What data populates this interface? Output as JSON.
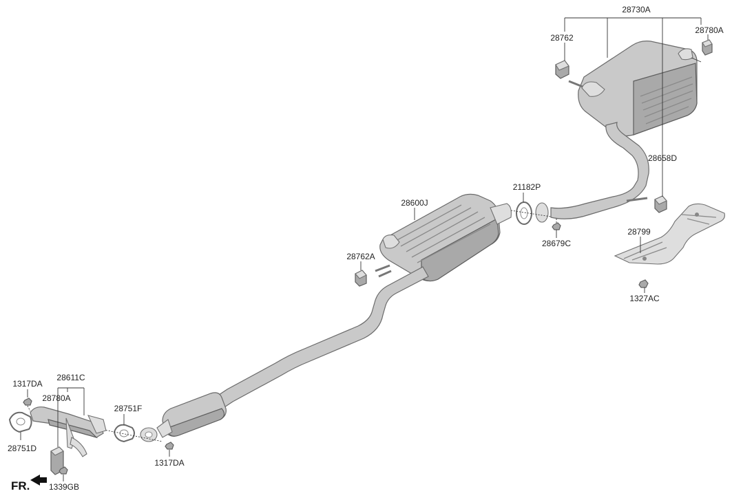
{
  "labels": {
    "p28730A": "28730A",
    "p28762": "28762",
    "p28780A_top": "28780A",
    "p28658D": "28658D",
    "p21182P": "21182P",
    "p28600J": "28600J",
    "p28679C": "28679C",
    "p28799": "28799",
    "p1327AC": "1327AC",
    "p28762A": "28762A",
    "p1317DA_left": "1317DA",
    "p28611C": "28611C",
    "p28780A_bottom": "28780A",
    "p28751F": "28751F",
    "p28751D": "28751D",
    "p1339GB": "1339GB",
    "p1317DA_right": "1317DA",
    "front": "FR."
  },
  "colors": {
    "part_fill": "#c9c9c9",
    "part_shadow": "#a9a9a9",
    "outline": "#6a6a6a",
    "leader_line": "#333333",
    "text": "#222222"
  }
}
